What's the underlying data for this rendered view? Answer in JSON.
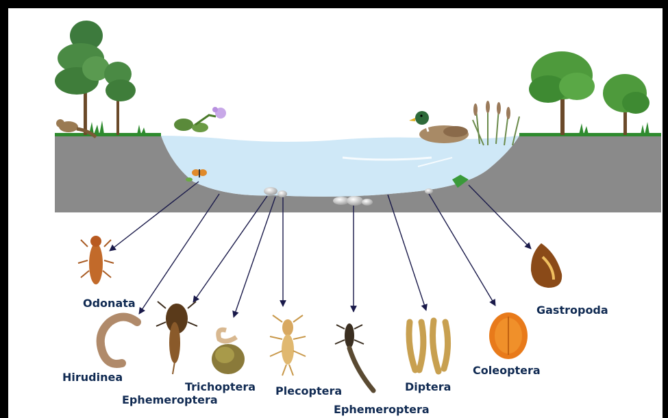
{
  "labels": {
    "odonata": "Odonata",
    "hirudinea": "Hirudinea",
    "ephemeroptera_left": "Ephemeroptera",
    "trichoptera": "Trichoptera",
    "plecoptera": "Plecoptera",
    "ephemeroptera_center": "Ephemeroptera",
    "diptera": "Diptera",
    "coleoptera": "Coleoptera",
    "gastropoda": "Gastropoda"
  },
  "colors": {
    "ground": "#8a8a8a",
    "water": "#cfe8f7",
    "grass": "#2e8a2e",
    "arrow": "#1a1a4a",
    "label": "#102a52"
  },
  "icons": [
    "pine-tree-icon",
    "deciduous-tree-icon",
    "squirrel-icon",
    "water-plant-icon",
    "duck-icon",
    "cattail-icon",
    "butterfly-icon",
    "leaf-icon",
    "stone-icon"
  ]
}
